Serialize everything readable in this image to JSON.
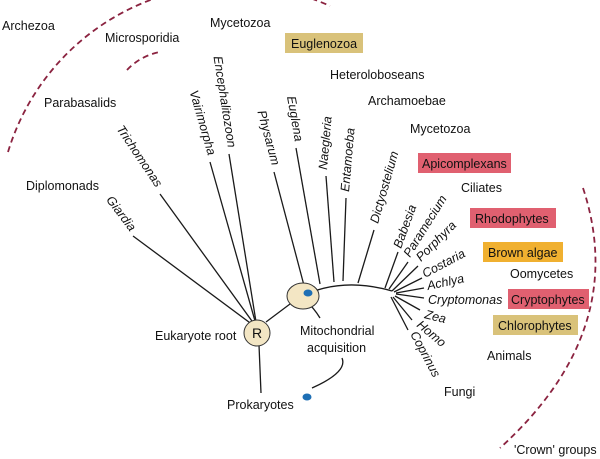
{
  "groups": {
    "archezoa": "Archezoa",
    "microsporidia": "Microsporidia",
    "mycetozoa_top": "Mycetozoa",
    "parabasalids": "Parabasalids",
    "diplomonads": "Diplomonads",
    "heteroloboseans": "Heteroloboseans",
    "archamoebae": "Archamoebae",
    "mycetozoa_right": "Mycetozoa",
    "ciliates": "Ciliates",
    "oomycetes": "Oomycetes",
    "animals": "Animals",
    "fungi": "Fungi",
    "crown_groups": "'Crown' groups",
    "prokaryotes": "Prokaryotes",
    "eukaryote_root": "Eukaryote root",
    "mito_line1": "Mitochondrial",
    "mito_line2": "acquisition",
    "root_marker": "R"
  },
  "highlighted_groups": {
    "euglenozoa": {
      "label": "Euglenozoa",
      "color": "#d9c27a"
    },
    "apicomplexans": {
      "label": "Apicomplexans",
      "color": "#e06070"
    },
    "rhodophytes": {
      "label": "Rhodophytes",
      "color": "#e06070"
    },
    "brown_algae": {
      "label": "Brown algae",
      "color": "#f0b030"
    },
    "cryptophytes": {
      "label": "Cryptophytes",
      "color": "#e06070"
    },
    "chlorophytes": {
      "label": "Chlorophytes",
      "color": "#d9c27a"
    }
  },
  "taxa": {
    "giardia": "Giardia",
    "trichomonas": "Trichomonas",
    "vairimorpha": "Vairimorpha",
    "encephalitozoon": "Encephalitozoon",
    "physarum": "Physarum",
    "euglena": "Euglena",
    "naegleria": "Naegleria",
    "entamoeba": "Entamoeba",
    "dictyostelium": "Dictyostelium",
    "babesia": "Babesia",
    "paramecium": "Paramecium",
    "porphyra": "Porphyra",
    "costaria": "Costaria",
    "achlya": "Achlya",
    "cryptomonas": "Cryptomonas",
    "zea": "Zea",
    "homo": "Homo",
    "coprinus": "Coprinus"
  },
  "colors": {
    "crown_arc": "#8b2340",
    "node_fill": "#f3e6c4",
    "mito_dot": "#1e6fb5"
  }
}
